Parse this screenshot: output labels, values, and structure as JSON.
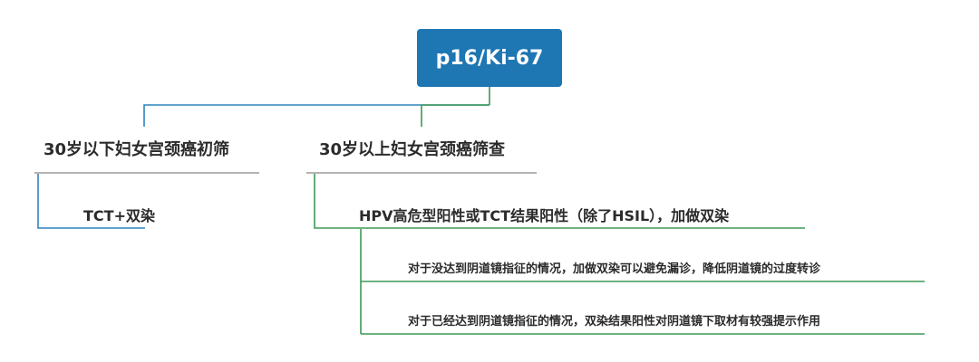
{
  "root": {
    "label": "p16/Ki-67"
  },
  "branches": [
    {
      "title": "30岁以下妇女宫颈癌初筛",
      "color": "#2f83bf",
      "children": [
        {
          "label": "TCT+双染"
        }
      ]
    },
    {
      "title": "30岁以上妇女宫颈癌筛查",
      "color": "#3d9a57",
      "children": [
        {
          "label": "HPV高危型阳性或TCT结果阳性（除了HSIL），加做双染",
          "children": [
            {
              "label": "对于没达到阴道镜指征的情况，加做双染可以避免漏诊，降低阴道镜的过度转诊"
            },
            {
              "label": "对于已经达到阴道镜指征的情况，双染结果阳性对阴道镜下取材有较强提示作用"
            }
          ]
        }
      ]
    }
  ],
  "colors": {
    "root_fill": "#1e76b3",
    "underline_gray": "#9a9a9a",
    "text": "#2b2b2b"
  }
}
